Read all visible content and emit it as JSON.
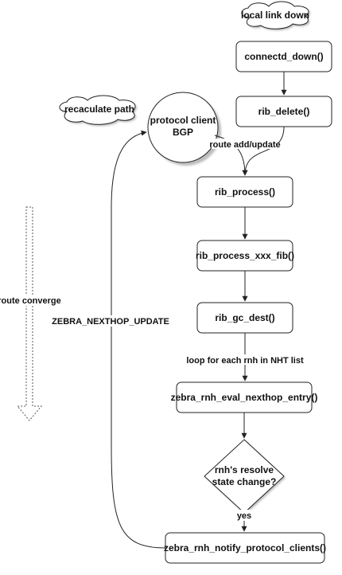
{
  "nodes": {
    "local_link_down": "local link down",
    "connectd_down": "connectd_down()",
    "rib_delete": "rib_delete()",
    "recaculate_path": "recaculate path",
    "protocol_client_line1": "protocol client",
    "protocol_client_line2": "BGP",
    "rib_process": "rib_process()",
    "rib_process_fib": "rib_process_xxx_fib()",
    "rib_gc_dest": "rib_gc_dest()",
    "eval_nexthop": "zebra_rnh_eval_nexthop_entry()",
    "decision_line1": "rnh's resolve",
    "decision_line2": "state change?",
    "notify_clients": "zebra_rnh_notify_protocol_clients()"
  },
  "edges": {
    "route_add_update": "route add/update",
    "loop_label": "loop for each rnh in NHT list",
    "yes_label": "yes",
    "nexthop_update": "ZEBRA_NEXTHOP_UPDATE"
  },
  "side": {
    "route_converge": "route converge"
  }
}
